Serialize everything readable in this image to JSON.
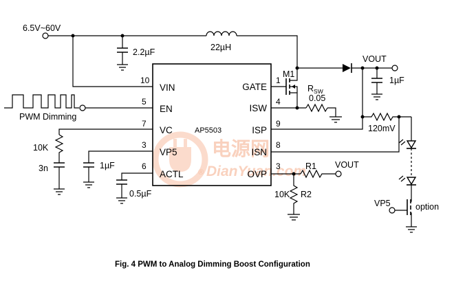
{
  "ic": {
    "name": "AP5503",
    "pins": [
      {
        "num": "10",
        "name": "VIN"
      },
      {
        "num": "5",
        "name": "EN"
      },
      {
        "num": "7",
        "name": "VC"
      },
      {
        "num": "3",
        "name": "VP5"
      },
      {
        "num": "6",
        "name": "ACTL"
      },
      {
        "num": "1",
        "name": "GATE"
      },
      {
        "num": "4",
        "name": "ISW"
      },
      {
        "num": "9",
        "name": "ISP"
      },
      {
        "num": "8",
        "name": "ISN"
      },
      {
        "num": "3",
        "name": "OVP"
      }
    ]
  },
  "labels": {
    "vin_range": "6.5V~60V",
    "cap_in": "2.2µF",
    "inductor": "22µH",
    "pwm": "PWM Dimming",
    "vout": "VOUT",
    "cap_out": "1µF",
    "mosfet": "M1",
    "rsw": "R",
    "rsw_sub": "SW",
    "rsw_val": "0.05",
    "rsense": "120mV",
    "r_vc": "10K",
    "c_vc": "3n",
    "c_vp5": "1µF",
    "c_actl": "0.5µF",
    "r1": "R1",
    "r1_vout": "VOUT",
    "r2": "R2",
    "r2_val": "10K",
    "vp5": "VP5",
    "option": "option"
  },
  "caption": "Fig. 4 PWM to Analog Dimming Boost Configuration",
  "watermark": {
    "cn": "电源网",
    "en": "DianYuan.com"
  }
}
